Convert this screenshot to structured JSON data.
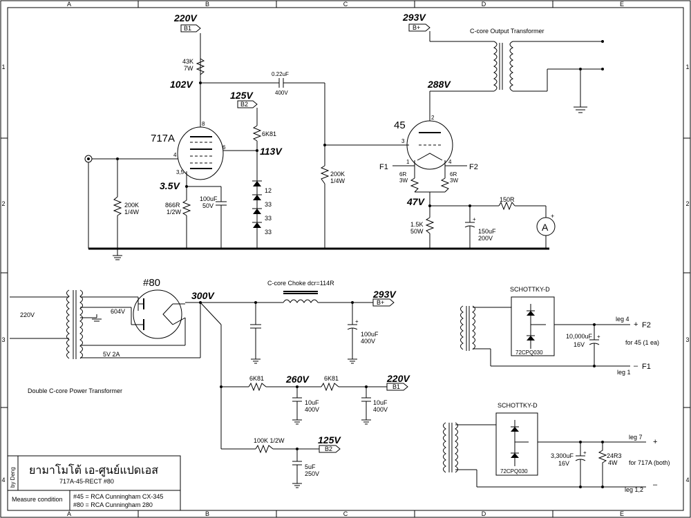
{
  "border": {
    "cols": [
      "A",
      "B",
      "C",
      "D",
      "E"
    ],
    "rows": [
      "1",
      "2",
      "3",
      "4"
    ]
  },
  "voltages": {
    "v220_top": "220V",
    "v102": "102V",
    "v125_b2": "125V",
    "v113": "113V",
    "v3_5": "3.5V",
    "v293_top": "293V",
    "v288": "288V",
    "v47": "47V",
    "v300": "300V",
    "v293_b": "293V",
    "v260": "260V",
    "v220_b": "220V",
    "v125_b": "125V"
  },
  "tags": {
    "b1": "B1",
    "b2": "B2",
    "bplus": "B+"
  },
  "tubes": {
    "driver": "717A",
    "output": "45",
    "rectifier": "#80"
  },
  "pins": {
    "p8": "8",
    "p4": "4",
    "p6": "6",
    "p35": "3,5",
    "p2": "2",
    "p3": "3",
    "p1": "1",
    "p4b": "4"
  },
  "components": {
    "r43k": [
      "43K",
      "7W"
    ],
    "c022": [
      "0.22uF",
      "400V"
    ],
    "r6k81": "6K81",
    "z12": "12",
    "z33a": "33",
    "z33b": "33",
    "z33c": "33",
    "r866": [
      "866R",
      "1/2W"
    ],
    "c100": [
      "100uF",
      "50V"
    ],
    "r200k_in": [
      "200K",
      "1/4W"
    ],
    "r200k_g": [
      "200K",
      "1/4W"
    ],
    "r6r_a": [
      "6R",
      "3W"
    ],
    "r6r_b": [
      "6R",
      "3W"
    ],
    "f1": "F1",
    "f2": "F2",
    "r1k5": [
      "1.5K",
      "50W"
    ],
    "c150": [
      "150uF",
      "200V"
    ],
    "r150": "150R",
    "meter": "A",
    "plus": "+",
    "out_xfmr": "C-core Output Transformer",
    "v220ac": "220V",
    "v604": "604V",
    "v5v2a": "5V 2A",
    "pwr_xfmr": "Double C-core Power Transformer",
    "choke": "C-core Choke dcr=114R",
    "c100b": [
      "100uF",
      "400V"
    ],
    "r6k81_b": "6K81",
    "r6k81_c": "6K81",
    "c10a": [
      "10uF",
      "400V"
    ],
    "c10b": [
      "10uF",
      "400V"
    ],
    "r100k": "100K 1/2W",
    "c5": [
      "5uF",
      "250V"
    ]
  },
  "schottky_f": {
    "title": "SCHOTTKY-D",
    "part": "72CPQ030",
    "cap": [
      "10,000uF",
      "16V"
    ],
    "leg_top": "leg 4",
    "leg_bot": "leg 1",
    "plus": "+",
    "minus": "–",
    "f2": "F2",
    "f1": "F1",
    "note": "for 45 (1 ea)"
  },
  "schottky_717": {
    "title": "SCHOTTKY-D",
    "part": "72CPQ030",
    "cap": [
      "3,300uF",
      "16V"
    ],
    "res": [
      "24R3",
      "4W"
    ],
    "leg_top": "leg 7",
    "leg_bot": "leg 1,2",
    "plus": "+",
    "minus": "–",
    "note": "for 717A (both)"
  },
  "title_block": {
    "by": "by Deng",
    "title_th": "ยามาโมโต้ เอ-ศูนย์แปดเอส",
    "subtitle": "717A-45-RECT #80",
    "measure_label": "Measure condition",
    "line1": "#45 = RCA Cunningham CX-345",
    "line2": "#80 = RCA Cunningham 280"
  }
}
